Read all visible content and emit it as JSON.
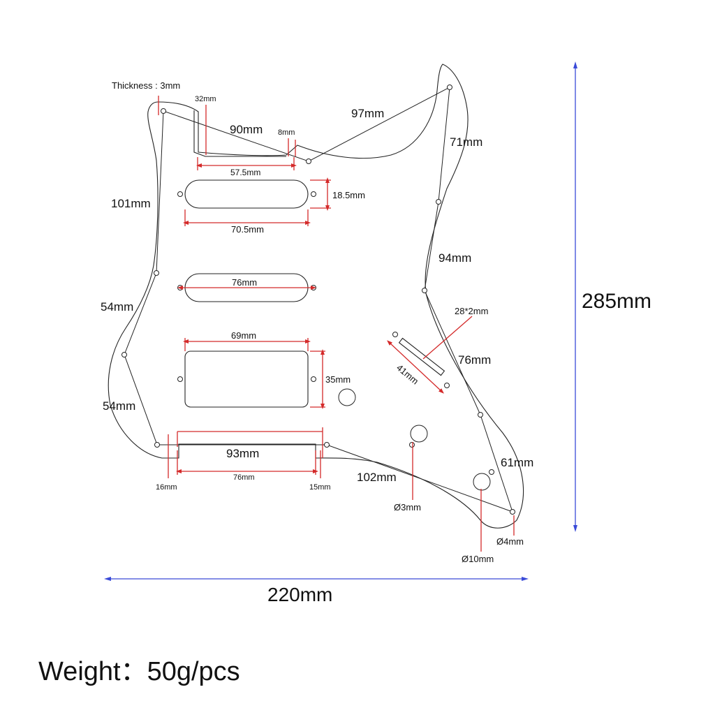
{
  "thickness": "Thickness : 3mm",
  "labels": {
    "top_notch_width": "32mm",
    "edge_90": "90mm",
    "notch_8": "8mm",
    "edge_97": "97mm",
    "edge_71": "71mm",
    "notch_57_5": "57.5mm",
    "pickup1_height": "18.5mm",
    "pickup1_width": "70.5mm",
    "edge_101": "101mm",
    "edge_94": "94mm",
    "pickup2_width": "76mm",
    "edge_54_upper": "54mm",
    "slot_size": "28*2mm",
    "humbucker_width": "69mm",
    "edge_76": "76mm",
    "slot_length": "41mm",
    "humbucker_height": "35mm",
    "edge_54_lower": "54mm",
    "bottom_93": "93mm",
    "bottom_76": "76mm",
    "bottom_16": "16mm",
    "bottom_15": "15mm",
    "edge_102": "102mm",
    "edge_61": "61mm",
    "hole_3": "Ø3mm",
    "hole_4": "Ø4mm",
    "hole_10": "Ø10mm",
    "overall_height": "285mm",
    "overall_width": "220mm"
  },
  "weight": "Weight：50g/pcs",
  "colors": {
    "dimension_red": "#d42a2a",
    "dimension_blue": "#3a4bd8",
    "outline": "#222222"
  }
}
